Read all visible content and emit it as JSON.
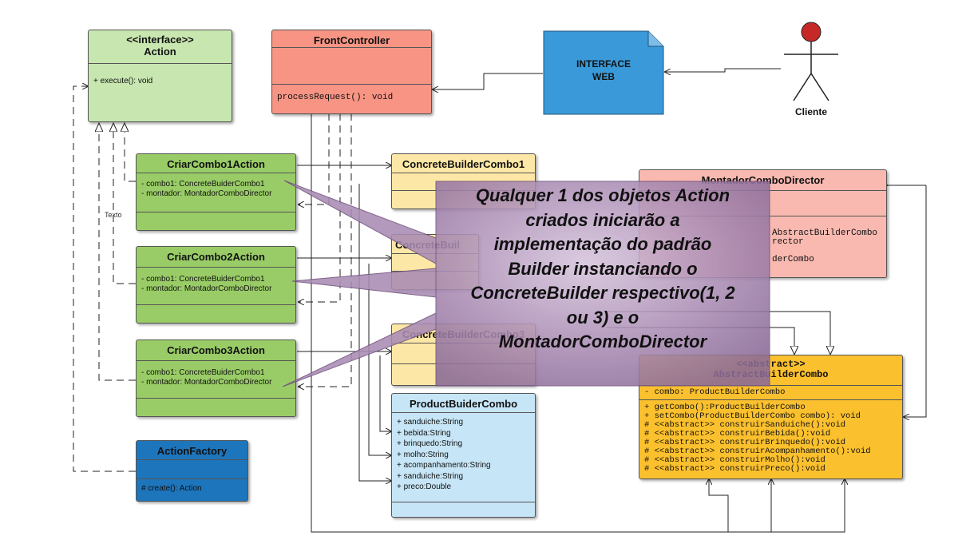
{
  "interface_action": {
    "stereotype": "<<interface>>",
    "name": "Action",
    "methods": [
      "+ execute(): void"
    ]
  },
  "front_controller": {
    "name": "FrontController",
    "methods": [
      "processRequest(): void"
    ]
  },
  "interface_web": {
    "line1": "INTERFACE",
    "line2": "WEB"
  },
  "actor": {
    "name": "Cliente"
  },
  "edge_label": "Texto",
  "criar1": {
    "name": "CriarCombo1Action",
    "attributes": [
      "- combo1: ConcreteBuiderCombo1",
      "- montador: MontadorComboDirector"
    ]
  },
  "criar2": {
    "name": "CriarCombo2Action",
    "attributes": [
      "- combo1: ConcreteBuiderCombo1",
      "- montador: MontadorComboDirector"
    ]
  },
  "criar3": {
    "name": "CriarCombo3Action",
    "attributes": [
      "- combo1: ConcreteBuiderCombo1",
      "- montador: MontadorComboDirector"
    ]
  },
  "action_factory": {
    "name": "ActionFactory",
    "methods": [
      "# create(): Action"
    ]
  },
  "concrete1": {
    "name": "ConcreteBuilderCombo1"
  },
  "concrete2": {
    "name": "ConcreteBuil"
  },
  "concrete3": {
    "name": "ConcreteBuilderCombo3"
  },
  "product": {
    "name": "ProductBuiderCombo",
    "attributes": [
      "+  sanduiche:String",
      "+  bebida:String",
      "+  brinquedo:String",
      "+  molho:String",
      "+  acompanhamento:String",
      "+  sanduiche:String",
      "+  preco:Double"
    ]
  },
  "montador": {
    "name": "MontadorComboDirector",
    "attributes": [
      "AbstractBuilderCombo",
      "rector"
    ],
    "methods": [
      "derCombo"
    ]
  },
  "abstract_builder": {
    "line1": "<<abstract>>",
    "line2": "AbstractBuilderCombo",
    "attributes": [
      "- combo: ProductBuilderCombo"
    ],
    "methods": [
      "+ getCombo():ProductBuilderCombo",
      "+ setCombo(ProductBuilderCombo combo): void",
      "# <<abstract>> construirSanduiche():void",
      "# <<abstract>> construirBebida():void",
      "# <<abstract>> construirBrinquedo():void",
      "# <<abstract>> construirAcompanhamento():void",
      "# <<abstract>> construirMolho():void",
      "# <<abstract>> construirPreco():void"
    ]
  },
  "callout": {
    "lines": [
      "Qualquer 1 dos objetos Action",
      "criados iniciarão a",
      "implementação do padrão",
      "Builder instanciando o",
      "ConcreteBuilder respectivo(1, 2",
      "ou 3) e o",
      "MontadorComboDirector"
    ]
  },
  "colors": {
    "interface": "#c8e6b0",
    "action_green": "#99cc66",
    "front_controller": "#f79484",
    "interface_web": "#3a9ad9",
    "actor_head": "#c62828",
    "concrete_builder": "#fde7a6",
    "product": "#c6e5f6",
    "director": "#f9b9b0",
    "abstract_builder": "#fbc02d",
    "factory": "#1d75bc",
    "callout": "#a98bb3"
  }
}
